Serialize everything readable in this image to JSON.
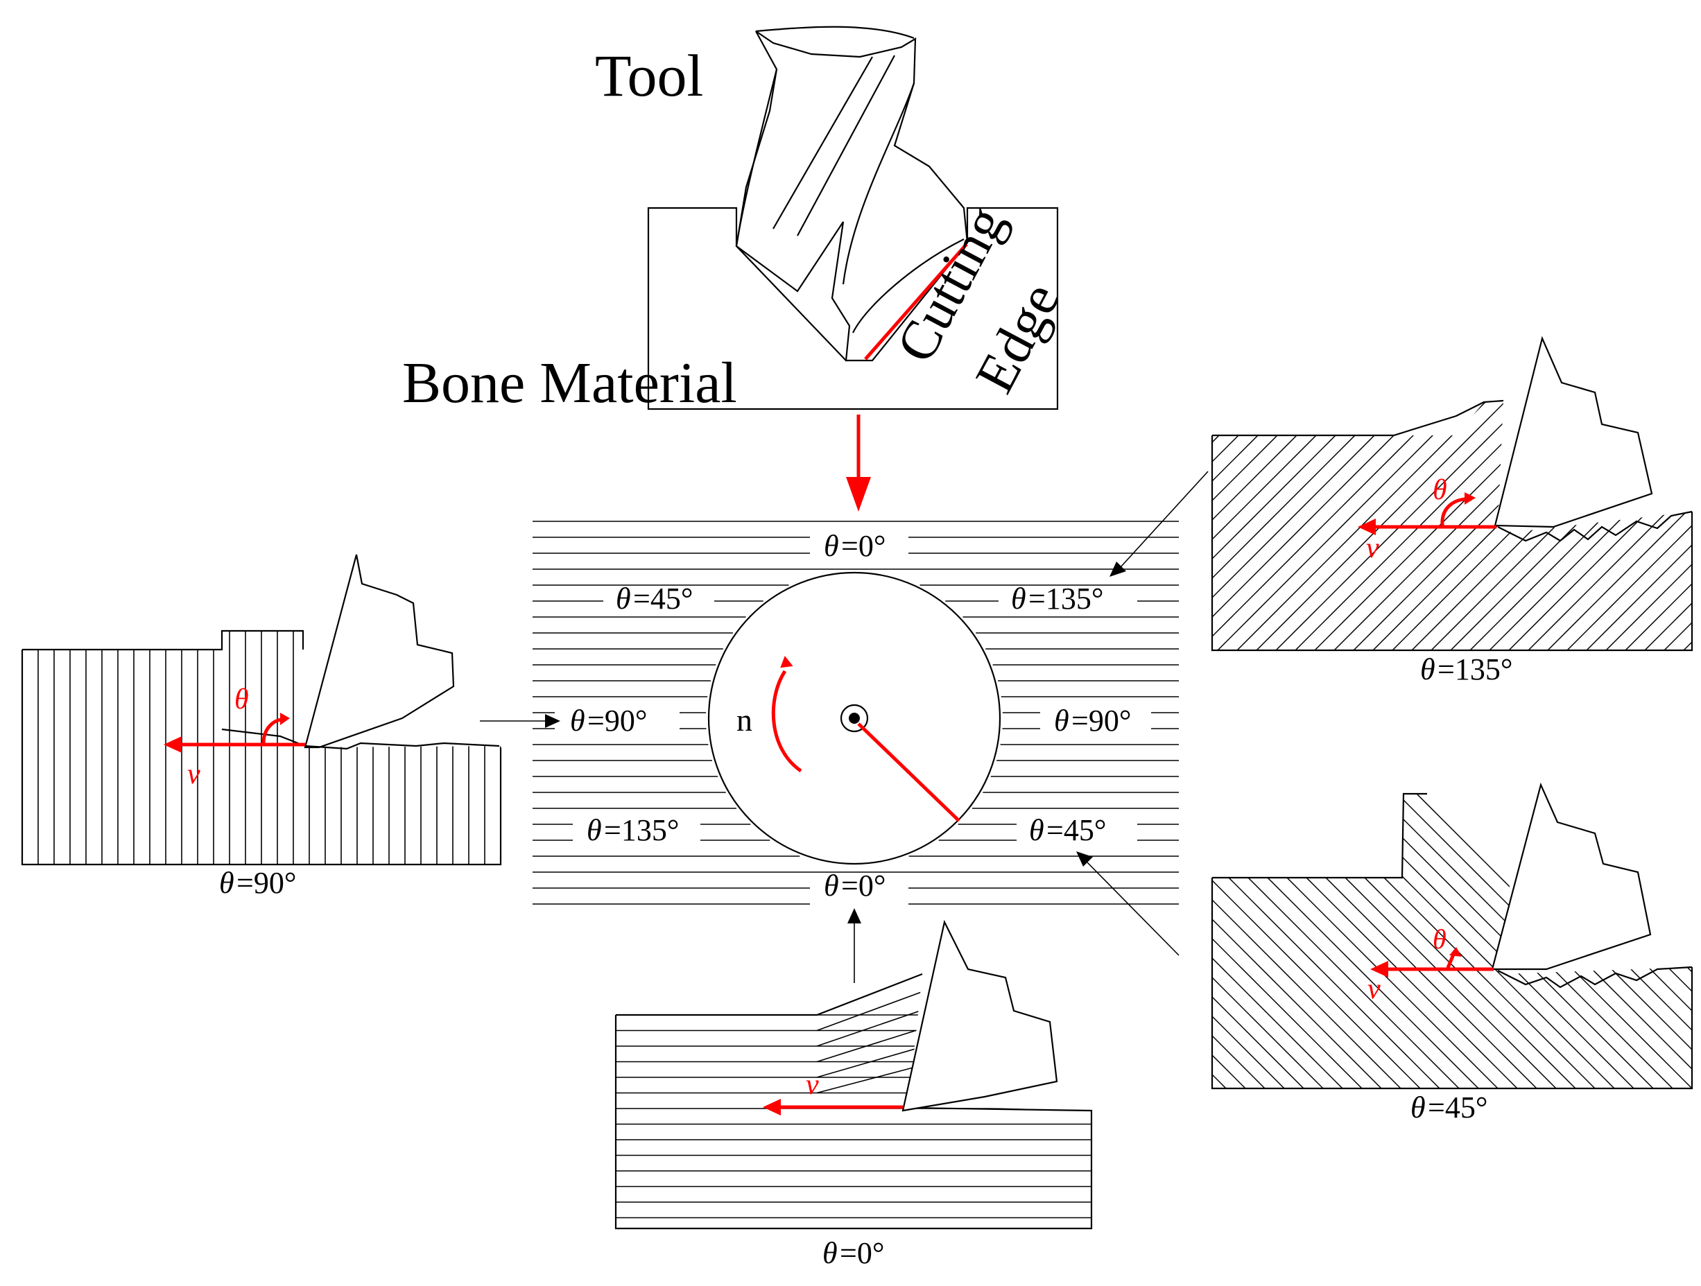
{
  "labels": {
    "tool": "Tool",
    "bone_material": "Bone Material",
    "cutting": "Cutting",
    "edge": "Edge",
    "spindle": "n",
    "velocity": "v",
    "theta": "θ"
  },
  "ring_labels": {
    "top": "=0°",
    "bottom": "=0°",
    "upper_left": "=45°",
    "upper_right": "=135°",
    "mid_left": "=90°",
    "mid_right": "=90°",
    "lower_left": "=135°",
    "lower_right": "=45°"
  },
  "panel_captions": {
    "left": "=90°",
    "right_top": "=135°",
    "right_bottom": "=45°",
    "bottom": "=0°"
  },
  "colors": {
    "accent": "#ff0000",
    "ink": "#000000"
  }
}
